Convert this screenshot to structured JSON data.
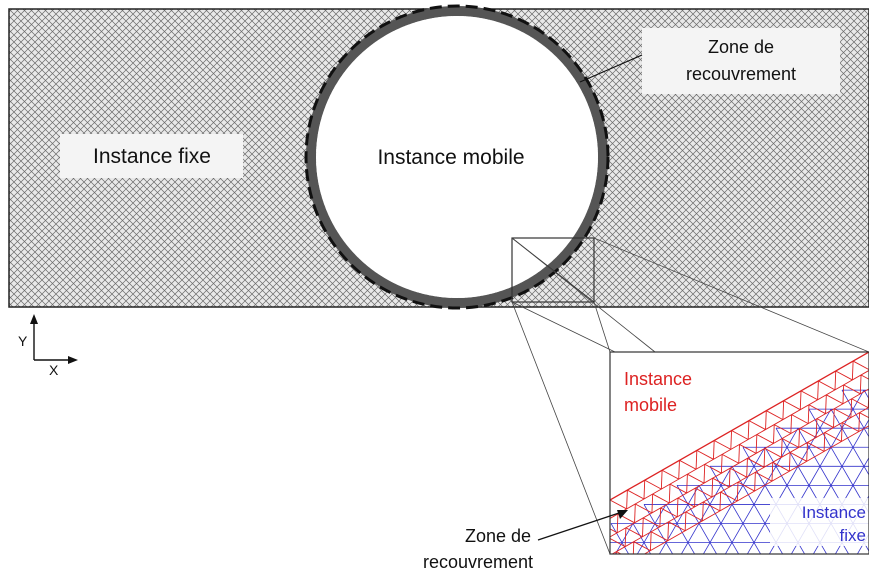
{
  "labels": {
    "zone_top_line1": "Zone de",
    "zone_top_line2": "recouvrement",
    "instance_fixe": "Instance fixe",
    "instance_mobile": "Instance mobile",
    "axis_y": "Y",
    "axis_x": "X",
    "inset_mobile_line1": "Instance",
    "inset_mobile_line2": "mobile",
    "inset_fixe_line1": "Instance",
    "inset_fixe_line2": "fixe",
    "zone_bottom_line1": "Zone de",
    "zone_bottom_line2": "recouvrement"
  },
  "colors": {
    "fixed_mesh": "#3333cc",
    "mobile_mesh": "#dd2222",
    "hatch": "#555555",
    "ring": "#555555"
  }
}
